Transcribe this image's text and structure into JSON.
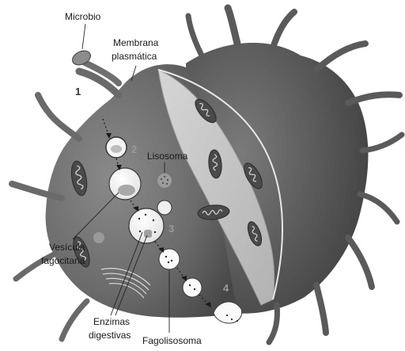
{
  "labels": {
    "microbio": "Microbio",
    "membrana_line1": "Membrana",
    "membrana_line2": "plasmática",
    "lisosoma": "Lisosoma",
    "vesicula_line1": "Vesícula",
    "vesicula_line2": "fagocitaria",
    "enzimas_line1": "Enzimas",
    "enzimas_line2": "digestivas",
    "fagolisosoma": "Fagolisosoma"
  },
  "steps": [
    "1",
    "2",
    "3",
    "4"
  ],
  "colors": {
    "cell_body": "#6f6f6f",
    "cut_face": "#c4c4c4",
    "mitochondria": "#4a4a4a",
    "vesicle": "#ffffff",
    "background": "#ffffff"
  }
}
